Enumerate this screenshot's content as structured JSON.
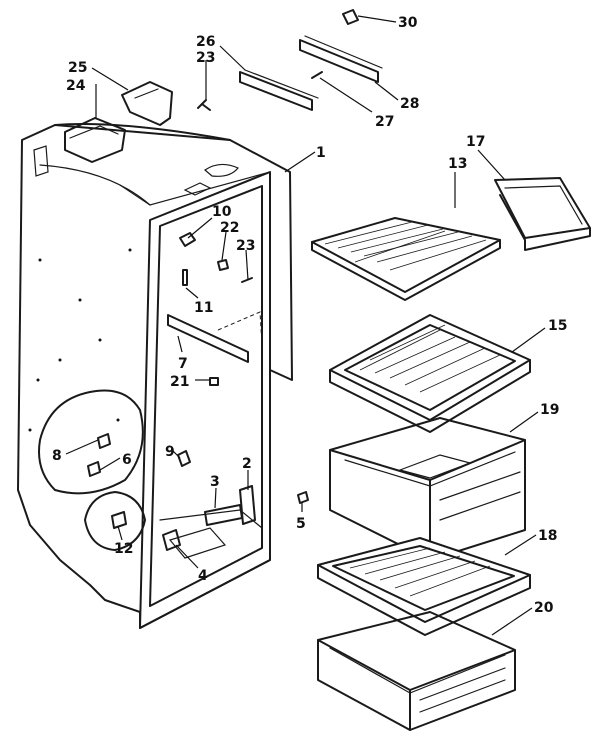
{
  "diagram": {
    "callouts": {
      "c1": "1",
      "c2": "2",
      "c3": "3",
      "c4": "4",
      "c5": "5",
      "c6": "6",
      "c7": "7",
      "c8": "8",
      "c9": "9",
      "c10": "10",
      "c11": "11",
      "c12": "12",
      "c13": "13",
      "c15": "15",
      "c17": "17",
      "c18": "18",
      "c19": "19",
      "c20": "20",
      "c21": "21",
      "c22": "22",
      "c23a": "23",
      "c23b": "23",
      "c24": "24",
      "c25": "25",
      "c26": "26",
      "c27": "27",
      "c28": "28",
      "c30": "30"
    }
  }
}
